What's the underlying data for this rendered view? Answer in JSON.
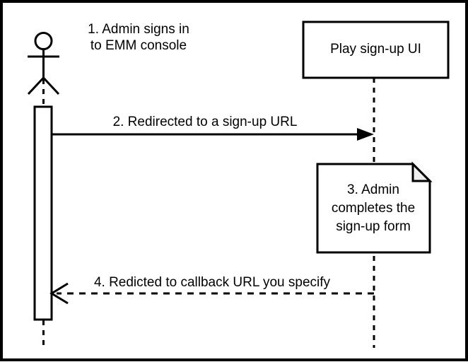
{
  "diagram": {
    "type": "uml-sequence-diagram",
    "border_color": "#000000",
    "background_color": "#ffffff",
    "line_color": "#000000",
    "note_fold_color": "#f0f0f0",
    "participants": [
      {
        "id": "admin",
        "kind": "actor",
        "icon": "stick-figure-actor-icon",
        "caption": "1. Admin signs in\nto EMM console",
        "has_activation_bar": true
      },
      {
        "id": "play-signup-ui",
        "kind": "box",
        "label": "Play sign-up UI",
        "has_activation_bar": false
      }
    ],
    "messages": [
      {
        "id": "msg1",
        "label": "2. Redirected to a sign-up URL",
        "from": "admin",
        "to": "play-signup-ui",
        "style": "solid",
        "arrowhead": "filled"
      },
      {
        "id": "msg2",
        "label": "4. Redicted to callback URL you specify",
        "from": "play-signup-ui",
        "to": "admin",
        "style": "dashed",
        "arrowhead": "open"
      }
    ],
    "notes": [
      {
        "id": "note1",
        "text": "3. Admin\ncompletes the\nsign-up form",
        "attached_to": "play-signup-ui",
        "shape": "folded-corner-note"
      }
    ]
  }
}
